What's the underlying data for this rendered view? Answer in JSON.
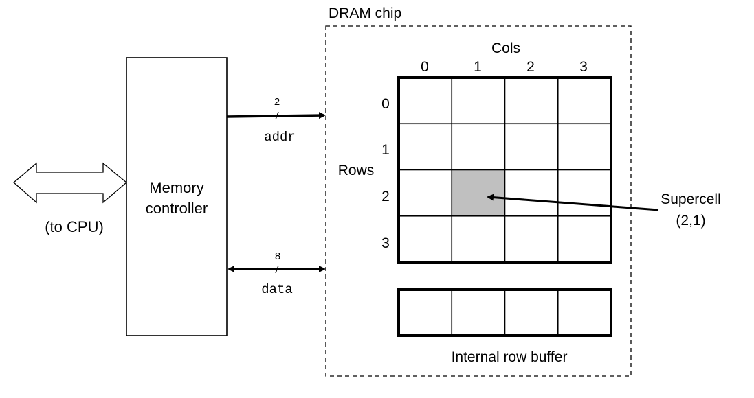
{
  "cpu": {
    "label": "(to CPU)"
  },
  "memory_controller": {
    "label_line1": "Memory",
    "label_line2": "controller"
  },
  "buses": {
    "addr": {
      "label": "addr",
      "width": "2",
      "direction": "to-dram"
    },
    "data": {
      "label": "data",
      "width": "8",
      "direction": "bidirectional"
    }
  },
  "dram": {
    "title": "DRAM chip",
    "cols_label": "Cols",
    "rows_label": "Rows",
    "col_indices": [
      "0",
      "1",
      "2",
      "3"
    ],
    "row_indices": [
      "0",
      "1",
      "2",
      "3"
    ],
    "highlighted_cell": {
      "row": 2,
      "col": 1
    },
    "highlight_color": "#c0c0c0",
    "supercell_label_line1": "Supercell",
    "supercell_label_line2": "(2,1)",
    "row_buffer_label": "Internal row buffer",
    "row_buffer_cells": 4
  }
}
